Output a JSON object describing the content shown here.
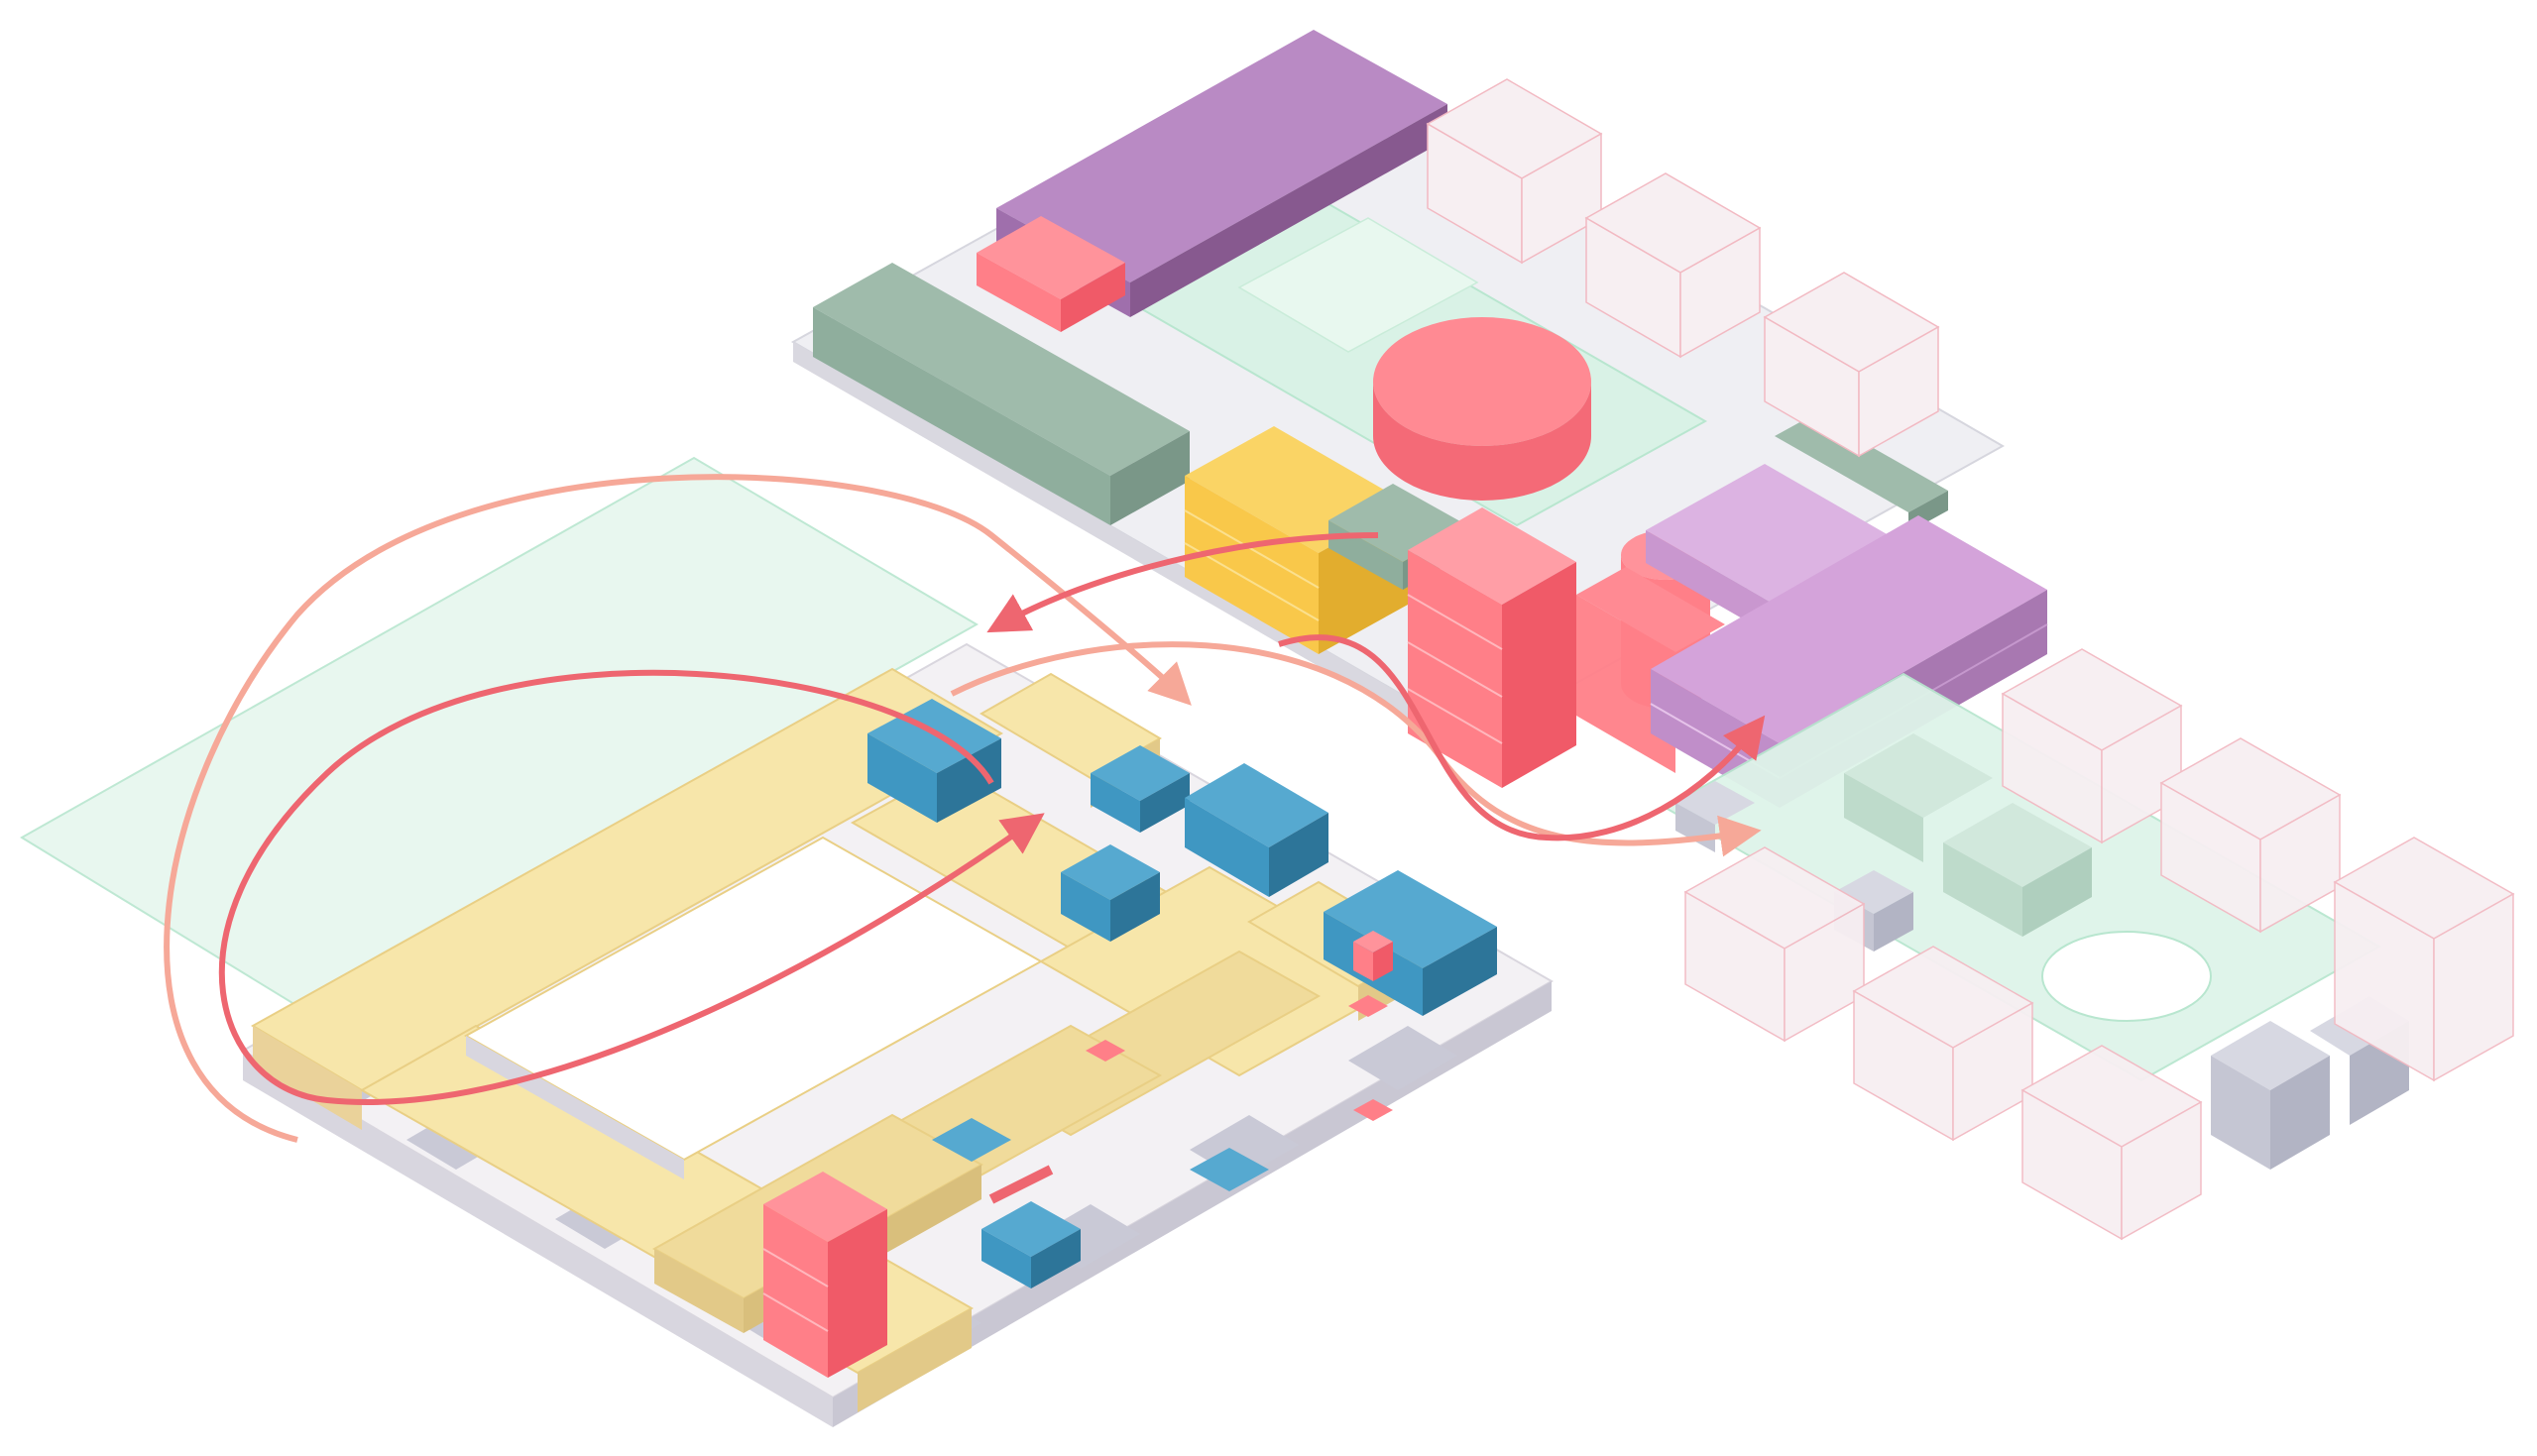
{
  "colors": {
    "background": "#ffffff",
    "plaza_green": "#d9f2e6",
    "plaza_green_edge": "#b8e6cf",
    "courtyard_yellow": "#f7e6aa",
    "courtyard_yellow_dark": "#e9cf85",
    "gold_yellow": "#f9c84a",
    "blue": "#3f97c2",
    "blue_dark": "#2d7599",
    "pink_red": "#ff7f88",
    "pink_red_dark": "#f05a68",
    "purple": "#b98ac4",
    "lavender": "#d4a3da",
    "sage_green": "#8fae9d",
    "grey_block": "#b9bccb",
    "ghost_building": "#efe6ea",
    "ghost_edge": "#f2b9c2",
    "arrow": "#ee6670",
    "arrow_light": "#f6a898"
  },
  "legend": [],
  "diagram": {
    "type": "isometric-massing-diagram",
    "zones": [
      "plaza-green-large",
      "courtyard-u-block",
      "north-campus-block",
      "east-residential-cluster"
    ]
  }
}
